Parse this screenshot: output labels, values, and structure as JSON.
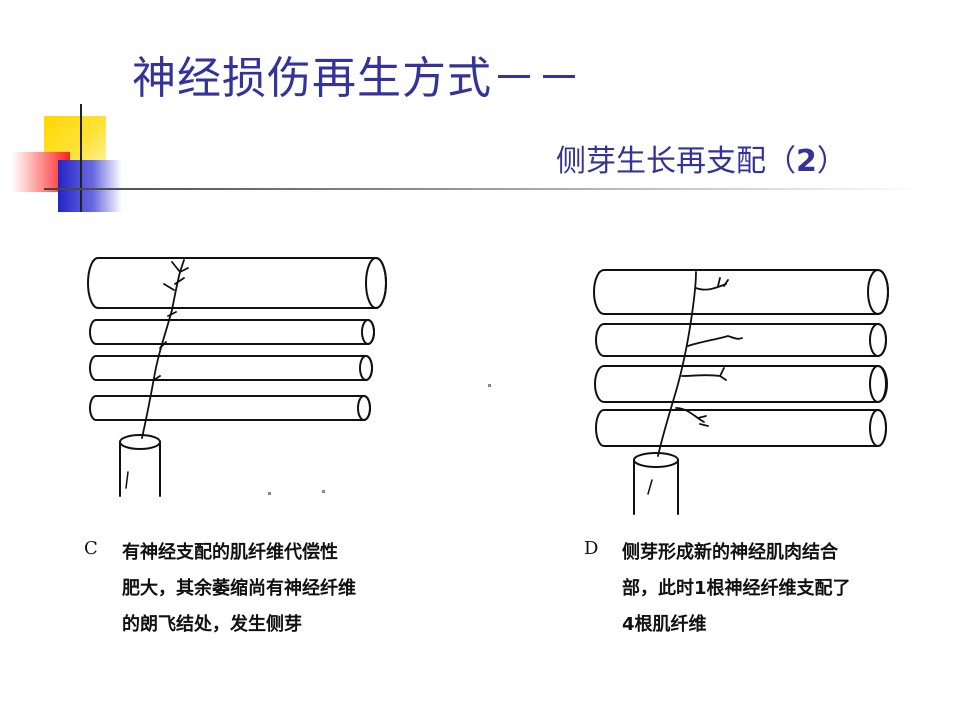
{
  "slide": {
    "title": "神经损伤再生方式－－",
    "subtitle_text": "侧芽生长再支配（",
    "subtitle_number": "2",
    "subtitle_close": "）"
  },
  "figure_c": {
    "label": "C",
    "caption_lines": [
      "有神经支配的肌纤维代偿性",
      "肥大，其余萎缩尚有神经纤维",
      "的朗飞结处，发生侧芽"
    ]
  },
  "figure_d": {
    "label": "D",
    "caption_lines": [
      "侧芽形成新的神经肌肉结合",
      "部，此时1根神经纤维支配了",
      "4根肌纤维"
    ]
  }
}
